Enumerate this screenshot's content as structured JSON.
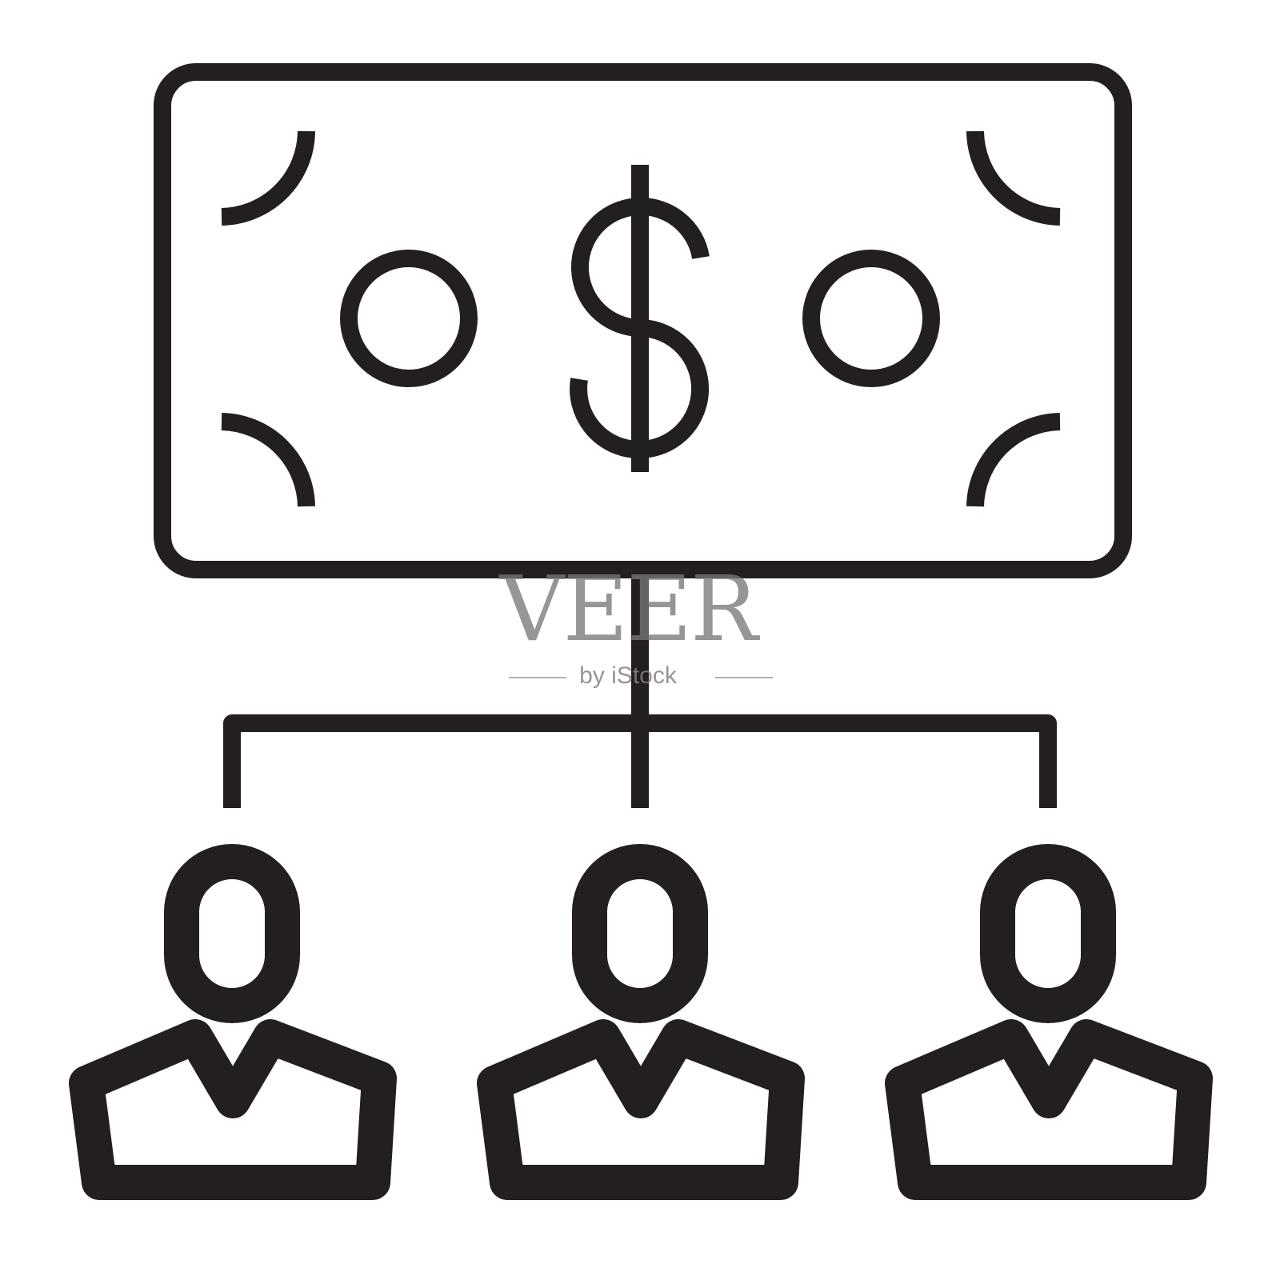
{
  "icon": {
    "name": "money-distribution-icon",
    "stroke_color": "#231f20",
    "background_color": "#ffffff",
    "people_count": 3
  },
  "watermark": {
    "brand": "VEER",
    "sub": "by iStock",
    "color": "#8c8c8c"
  }
}
